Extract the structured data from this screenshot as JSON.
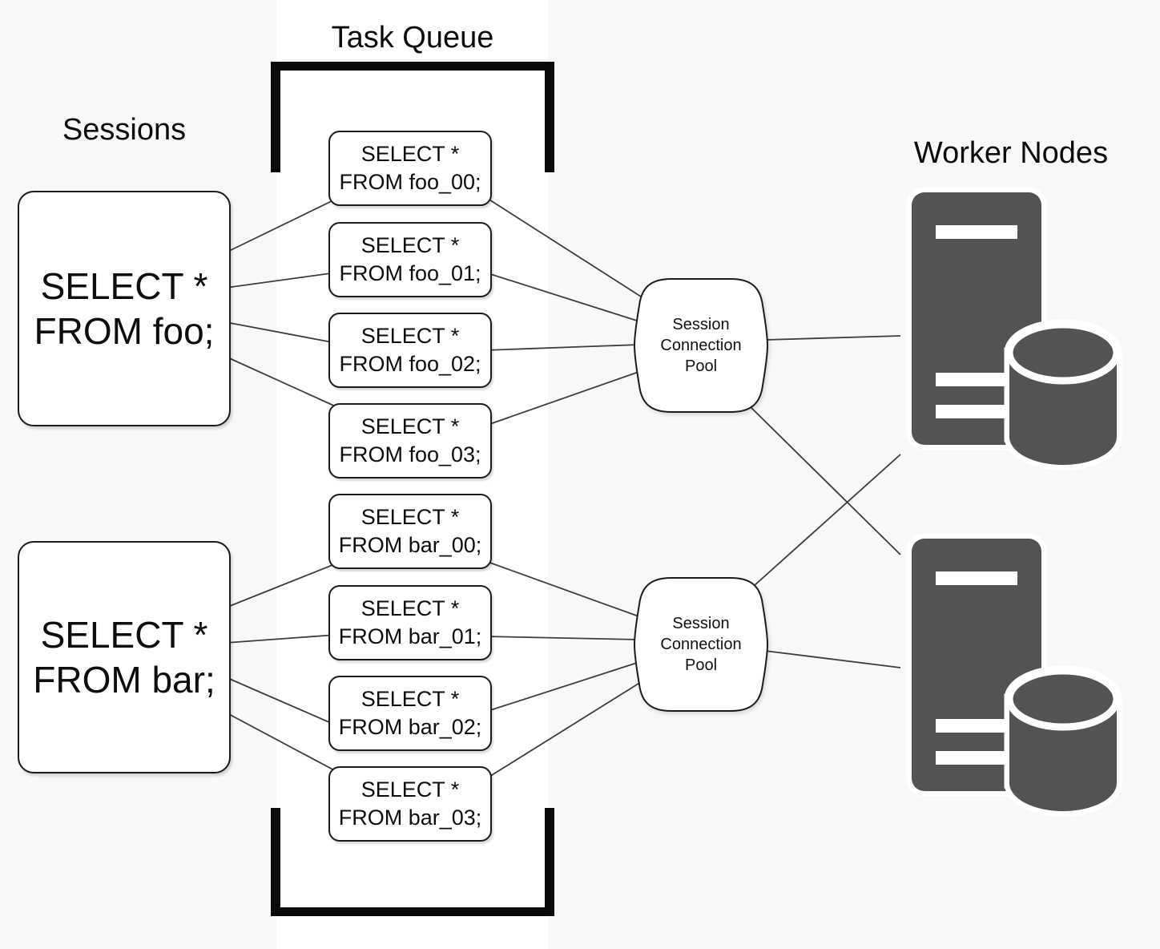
{
  "diagram": {
    "headers": {
      "sessions": "Sessions",
      "task_queue": "Task Queue",
      "worker_nodes": "Worker Nodes"
    },
    "sessions": [
      {
        "line1": "SELECT *",
        "line2": "FROM foo;"
      },
      {
        "line1": "SELECT *",
        "line2": "FROM bar;"
      }
    ],
    "tasks": [
      {
        "line1": "SELECT *",
        "line2": "FROM foo_00;"
      },
      {
        "line1": "SELECT *",
        "line2": "FROM foo_01;"
      },
      {
        "line1": "SELECT *",
        "line2": "FROM foo_02;"
      },
      {
        "line1": "SELECT *",
        "line2": "FROM foo_03;"
      },
      {
        "line1": "SELECT *",
        "line2": "FROM bar_00;"
      },
      {
        "line1": "SELECT *",
        "line2": "FROM bar_01;"
      },
      {
        "line1": "SELECT *",
        "line2": "FROM bar_02;"
      },
      {
        "line1": "SELECT *",
        "line2": "FROM bar_03;"
      }
    ],
    "pools": [
      {
        "line1": "Session",
        "line2": "Connection",
        "line3": "Pool"
      },
      {
        "line1": "Session",
        "line2": "Connection",
        "line3": "Pool"
      }
    ],
    "worker_node_count": 2,
    "colors": {
      "background": "#f8f8f8",
      "queue_band": "#ffffff",
      "node_fill": "#ffffff",
      "node_stroke": "#1b1b1b",
      "connector": "#3d3d3d",
      "bracket": "#0a0a0a",
      "worker_icon": "#535353"
    }
  }
}
